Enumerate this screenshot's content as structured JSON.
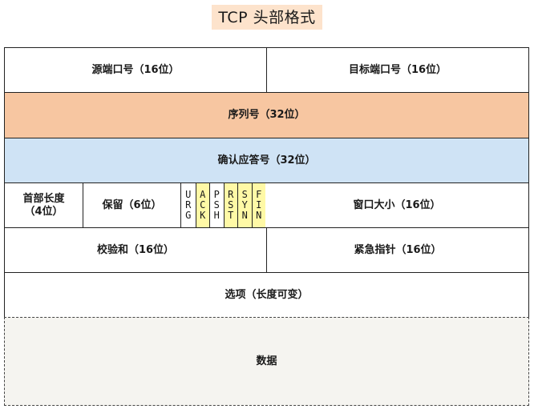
{
  "title": "TCP 头部格式",
  "rows": {
    "r1": {
      "src_port": "源端口号（16位）",
      "dst_port": "目标端口号（16位）"
    },
    "r2": {
      "seq": "序列号（32位）"
    },
    "r3": {
      "ack": "确认应答号（32位）"
    },
    "r4": {
      "header_len_line1": "首部长度",
      "header_len_line2": "（4位）",
      "reserved": "保留（6位）",
      "flags": [
        {
          "chars": [
            "U",
            "R",
            "G"
          ],
          "highlight": false
        },
        {
          "chars": [
            "A",
            "C",
            "K"
          ],
          "highlight": true
        },
        {
          "chars": [
            "P",
            "S",
            "H"
          ],
          "highlight": false
        },
        {
          "chars": [
            "R",
            "S",
            "T"
          ],
          "highlight": true
        },
        {
          "chars": [
            "S",
            "Y",
            "N"
          ],
          "highlight": true
        },
        {
          "chars": [
            "F",
            "I",
            "N"
          ],
          "highlight": true
        }
      ],
      "window": "窗口大小（16位）"
    },
    "r5": {
      "checksum": "校验和（16位）",
      "urgent": "紧急指针（16位）"
    },
    "r6": {
      "options": "选项（长度可变）"
    },
    "r7": {
      "data": "数据"
    }
  },
  "colors": {
    "seq_fill": "#f7c6a1",
    "ack_fill": "#cfe3f5",
    "flag_highlight": "#fff9a6",
    "title_highlight": "#fde3cc"
  }
}
